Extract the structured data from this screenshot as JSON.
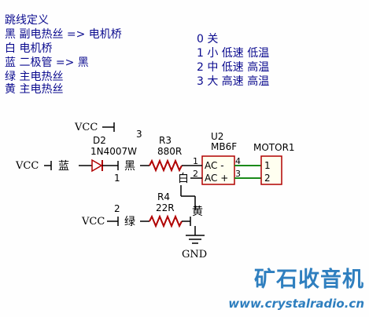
{
  "notes": [
    "跳线定义",
    "黑 副电热丝 => 电机桥",
    "白 电机桥",
    "蓝 二极管 => 黑",
    "绿 主电热丝",
    "黄 主电热丝"
  ],
  "modes": [
    "0 关",
    "1 小 低速 低温",
    "2 中 低速 高温",
    "3 大 高速 高温"
  ],
  "schematic": {
    "vcc": "VCC",
    "gnd": "GND",
    "d2": {
      "ref": "D2",
      "value": "1N4007W"
    },
    "r3": {
      "ref": "R3",
      "value": "880R"
    },
    "r4": {
      "ref": "R4",
      "value": "22R"
    },
    "u2": {
      "ref": "U2",
      "value": "MB6F",
      "ac_minus": "AC -",
      "ac_plus": "AC +",
      "pin1": "1",
      "pin2": "2",
      "pin3": "3",
      "pin4": "4"
    },
    "motor": {
      "ref": "MOTOR1",
      "pin1": "1",
      "pin2": "2"
    },
    "switch_pos": {
      "p1": "1",
      "p2": "2",
      "p3": "3"
    },
    "wires": {
      "blue": "蓝",
      "black": "黑",
      "white": "白",
      "green": "绿",
      "yellow": "黄"
    }
  },
  "watermark": {
    "brand": "矿石收音机",
    "url": "www.crystalradio.cn"
  }
}
